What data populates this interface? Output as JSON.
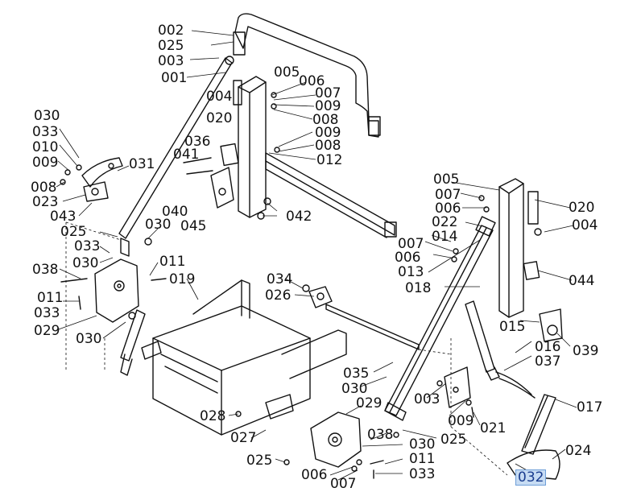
{
  "colors": {
    "ink": "#111111",
    "selection_bg": "#c7dcf3",
    "selection_fg": "#1a3d8f",
    "background": "#ffffff"
  },
  "selected_label": "032",
  "labels": {
    "l_002": "002",
    "l_025_a": "025",
    "l_003_a": "003",
    "l_001": "001",
    "l_004_a": "004",
    "l_020_a": "020",
    "l_005_a": "005",
    "l_006_a": "006",
    "l_007_a": "007",
    "l_009_a": "009",
    "l_008_a": "008",
    "l_009_b": "009",
    "l_008_b": "008",
    "l_012": "012",
    "l_036": "036",
    "l_041": "041",
    "l_040": "040",
    "l_045": "045",
    "l_042": "042",
    "l_030_a": "030",
    "l_033_a": "033",
    "l_010": "010",
    "l_009_c": "009",
    "l_008_c": "008",
    "l_023": "023",
    "l_043": "043",
    "l_031": "031",
    "l_025_b": "025",
    "l_030_b": "030",
    "l_033_b": "033",
    "l_030_c": "030",
    "l_038_a": "038",
    "l_011_a": "011",
    "l_011_b": "011",
    "l_033_c": "033",
    "l_029_a": "029",
    "l_019": "019",
    "l_030_d": "030",
    "l_034": "034",
    "l_026": "026",
    "l_005_b": "005",
    "l_007_b": "007",
    "l_006_b": "006",
    "l_022": "022",
    "l_020_b": "020",
    "l_004_b": "004",
    "l_007_c": "007",
    "l_014": "014",
    "l_006_c": "006",
    "l_013": "013",
    "l_018": "018",
    "l_044": "044",
    "l_015": "015",
    "l_016": "016",
    "l_037": "037",
    "l_039": "039",
    "l_035": "035",
    "l_030_e": "030",
    "l_029_b": "029",
    "l_003_b": "003",
    "l_025_c": "025",
    "l_009_d": "009",
    "l_021": "021",
    "l_017": "017",
    "l_028": "028",
    "l_027": "027",
    "l_038_b": "038",
    "l_030_f": "030",
    "l_025_d": "025",
    "l_011_c": "011",
    "l_006_d": "006",
    "l_007_d": "007",
    "l_033_d": "033",
    "l_024": "024",
    "l_032": "032"
  }
}
